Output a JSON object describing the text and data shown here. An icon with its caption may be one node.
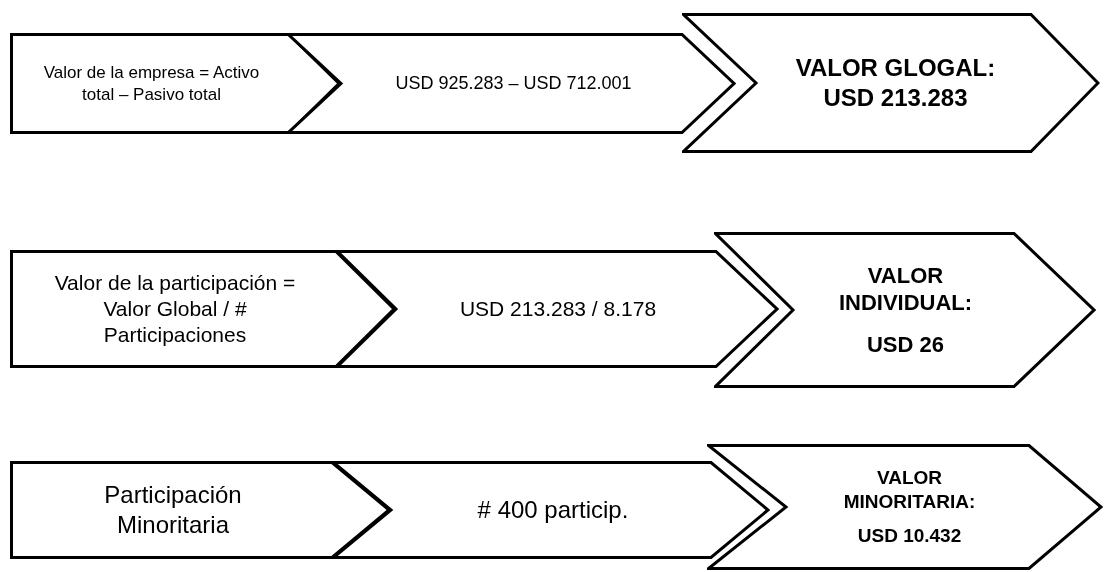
{
  "diagram": {
    "nodes": [
      {
        "text": [
          "Valor de la empresa = Activo total – Pasivo total"
        ]
      },
      {
        "text": [
          "USD 925.283 – USD 712.001"
        ]
      },
      {
        "text": [
          "VALOR GLOGAL: USD 213.283"
        ]
      },
      {
        "text": [
          "Valor de la participación = Valor Global / # Participaciones"
        ]
      },
      {
        "text": [
          "USD 213.283 / 8.178"
        ]
      },
      {
        "text": [
          "VALOR INDIVIDUAL:",
          "USD 26"
        ]
      },
      {
        "text": [
          "Participación Minoritaria"
        ]
      },
      {
        "text": [
          "# 400 particip."
        ]
      },
      {
        "text": [
          "VALOR MINORITARIA:",
          "USD 10.432"
        ]
      }
    ]
  }
}
